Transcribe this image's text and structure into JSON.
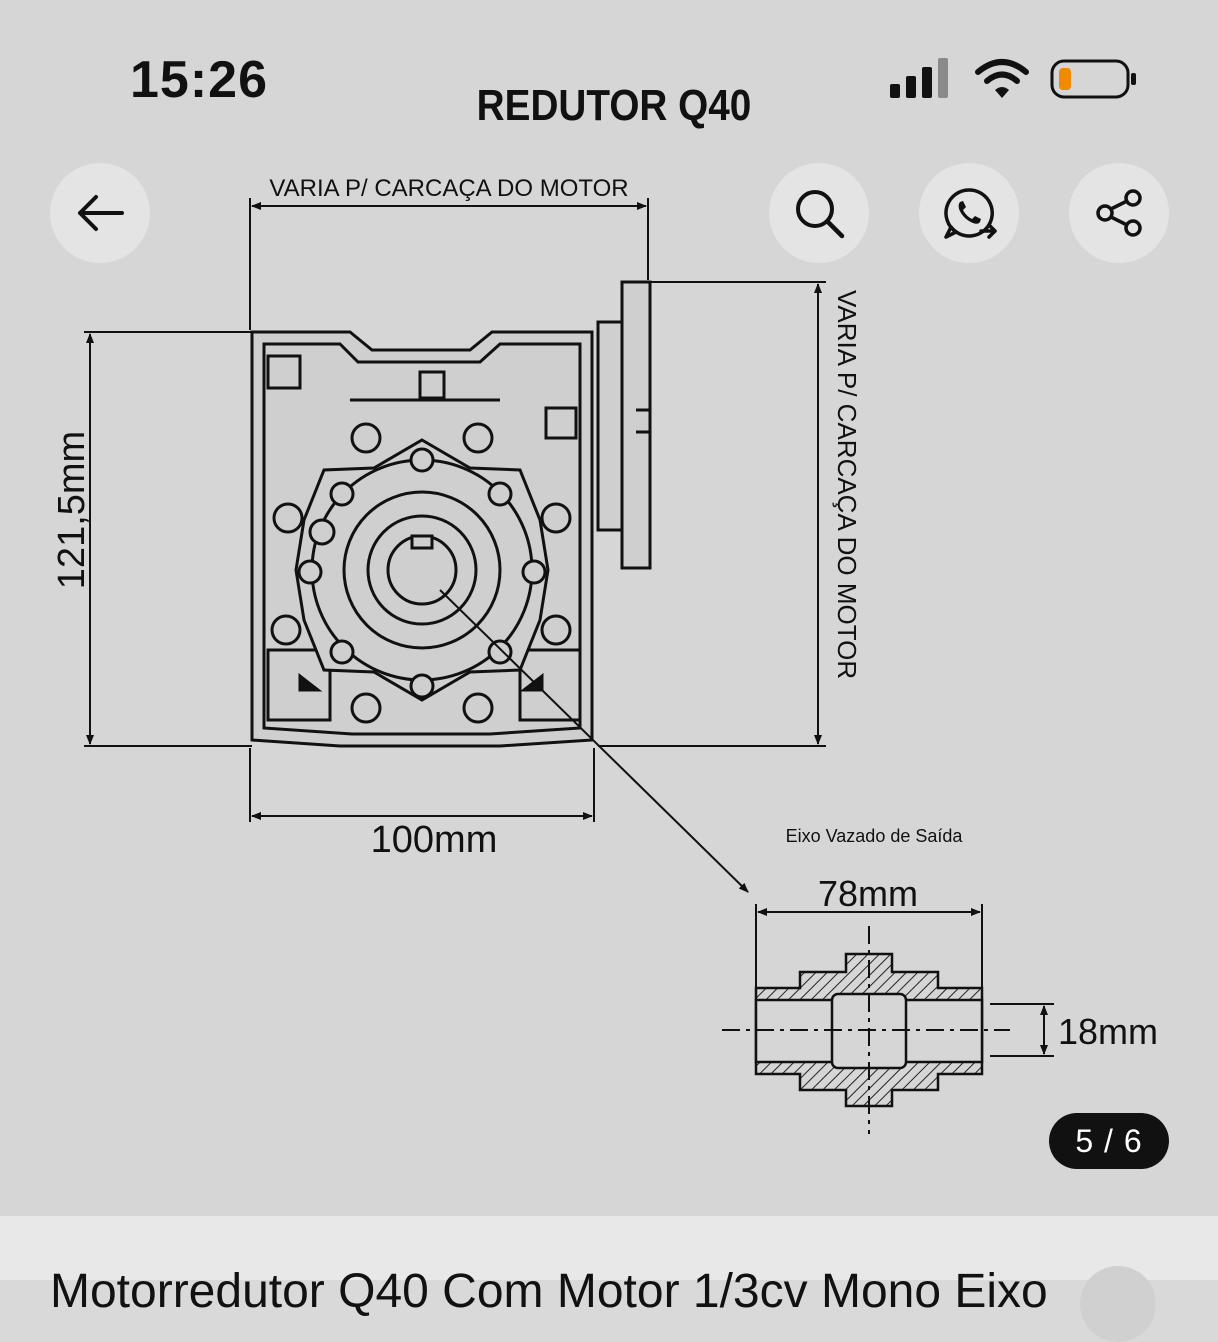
{
  "status": {
    "time": "15:26"
  },
  "viewer": {
    "page_indicator": "5 / 6",
    "drawing": {
      "title": "REDUTOR Q40",
      "dim_top_label": "VARIA P/ CARCAÇA DO MOTOR",
      "dim_right_label": "VARIA P/ CARCAÇA DO MOTOR",
      "dim_height_label": "121,5mm",
      "dim_width_label": "100mm",
      "shaft_title": "Eixo Vazado de Saída",
      "shaft_length_label": "78mm",
      "shaft_diameter_label": "18mm"
    }
  },
  "toolbar": {
    "back_icon": "arrow-left-icon",
    "search_icon": "search-icon",
    "whatsapp_icon": "whatsapp-icon",
    "share_icon": "share-icon"
  },
  "product": {
    "title": "Motorredutor Q40 Com Motor 1/3cv Mono Eixo"
  },
  "colors": {
    "background": "#d6d6d6",
    "ink": "#111111",
    "battery": "#f28a00"
  }
}
